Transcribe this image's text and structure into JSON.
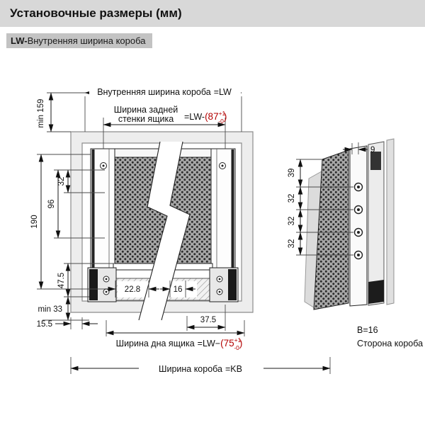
{
  "header": {
    "title": "Установочные размеры (мм)"
  },
  "subheader": {
    "prefix": "LW-",
    "label": "Внутренняя ширина короба"
  },
  "dims": {
    "lw_top": {
      "label": "Внутренняя ширина короба",
      "eq": "=LW"
    },
    "back_panel": {
      "line1": "Ширина задней",
      "line2": "стенки ящика",
      "eq": "=LW-",
      "red_open": "(87",
      "sup": "+1",
      "sub": "-0",
      "red_close": ")"
    },
    "bottom_panel": {
      "label": "Ширина дна ящика",
      "eq": "=LW−",
      "red_open": "(75",
      "sup": "+1",
      "sub": "-0",
      "red_close": ")"
    },
    "kb": {
      "label": "Ширина короба",
      "eq": "=KB"
    },
    "side_note": {
      "line1": "B=16",
      "line2": "Сторона короба"
    },
    "left": {
      "min159": "min 159",
      "d32": "32",
      "d96": "96",
      "d190": "190",
      "d47_5": "47.5",
      "min33": "min 33",
      "d15_5": "15.5"
    },
    "inner": {
      "d22_8": "22.8",
      "d16": "16",
      "d37_5": "37.5"
    },
    "right": {
      "d9": "9",
      "d39": "39",
      "d32a": "32",
      "d32b": "32",
      "d32c": "32"
    }
  },
  "colors": {
    "accent_red": "#b30000",
    "header_bg": "#d8d8d8",
    "subheader_bg": "#c3c3c3"
  }
}
